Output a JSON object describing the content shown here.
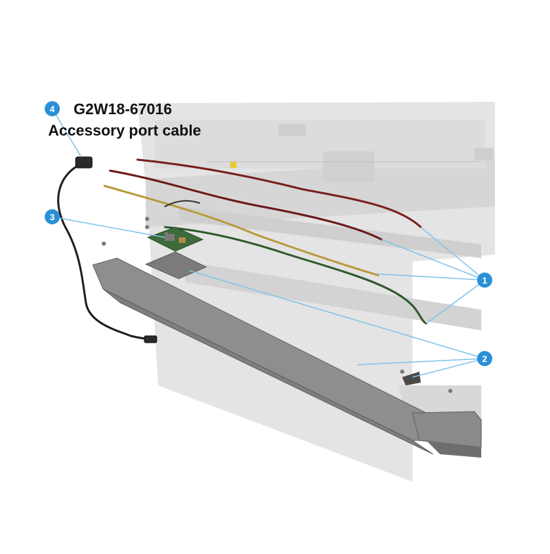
{
  "part": {
    "number": "G2W18-67016",
    "name": "Accessory port cable"
  },
  "callouts": [
    {
      "id": "callout-1",
      "label": "1",
      "refers_to": "cable harnesses"
    },
    {
      "id": "callout-2",
      "label": "2",
      "refers_to": "bracket assembly and screws"
    },
    {
      "id": "callout-3",
      "label": "3",
      "refers_to": "circuit board"
    },
    {
      "id": "callout-4",
      "label": "4",
      "refers_to": "accessory port cable"
    }
  ],
  "colors": {
    "callout": "#2a8fd6",
    "leader": "#7fc3ea",
    "chassis": "#d9d9d9",
    "bracket": "#8c8c8c",
    "cable_red": "#7a1f1f",
    "cable_yellow": "#b89a3a",
    "cable_green": "#2f5a2c",
    "cable_black": "#222222"
  }
}
